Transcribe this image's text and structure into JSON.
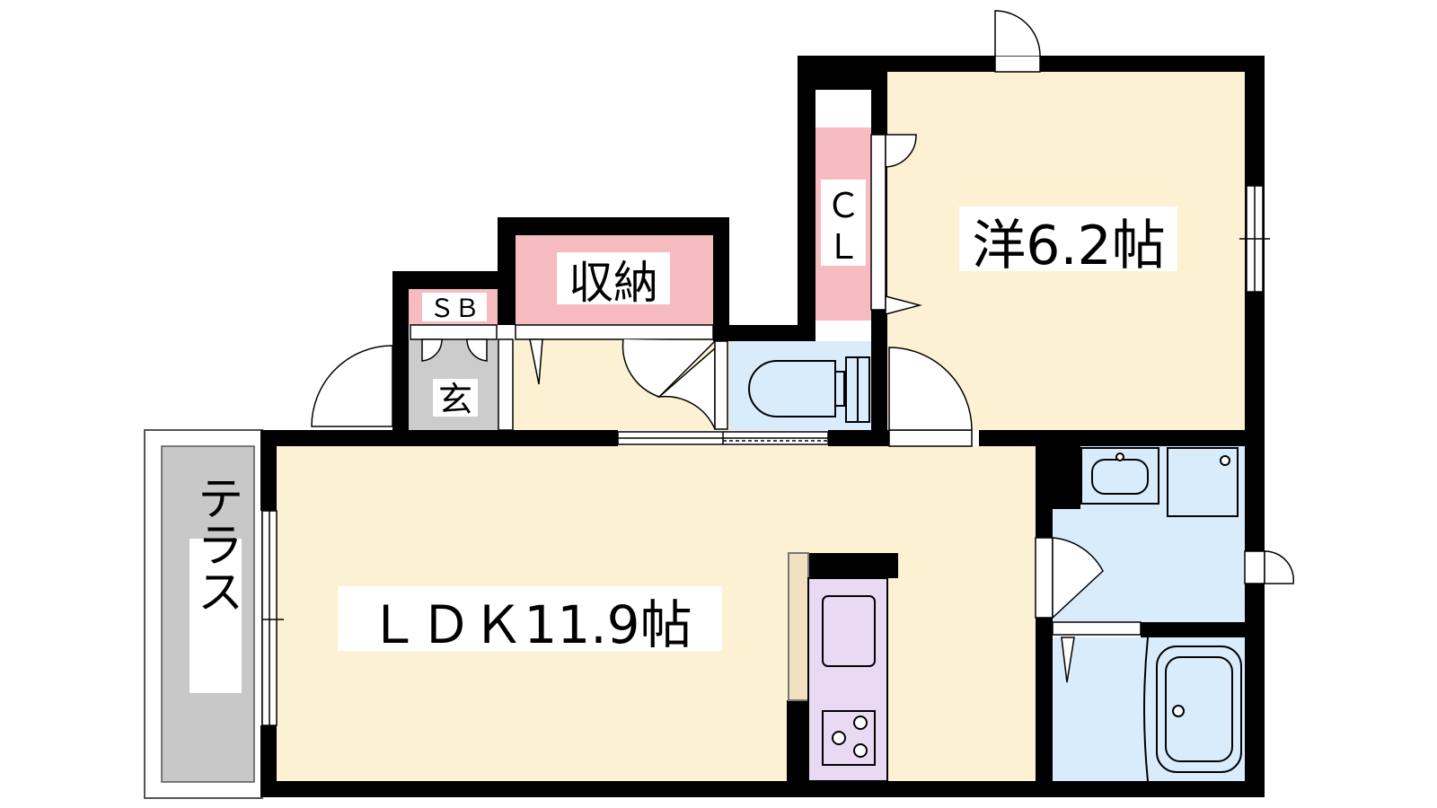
{
  "rooms": {
    "western_room": {
      "label": "洋6.2帖"
    },
    "ldk": {
      "label": "ＬＤＫ11.9帖"
    },
    "storage": {
      "label": "収納"
    },
    "closet": {
      "label_top": "Ｃ",
      "label_bottom": "Ｌ"
    },
    "shoe_box": {
      "label": "ＳＢ"
    },
    "entrance": {
      "label": "玄"
    },
    "terrace": {
      "label": "テラス"
    }
  },
  "colors": {
    "wall": "#000000",
    "room_floor": "#fdf1d3",
    "storage": "#f7bcc0",
    "wet_area": "#d9ecfc",
    "kitchen": "#ead9f3",
    "entrance": "#cccccc",
    "terrace": "#c8c8c8",
    "counter": "#f1e1c1"
  }
}
